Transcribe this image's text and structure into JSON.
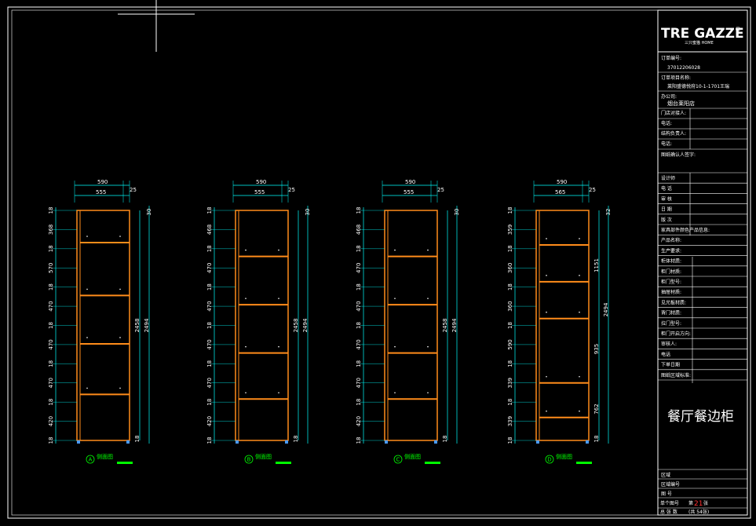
{
  "title_block": {
    "logo_main": "TRE GAZZE",
    "logo_sub": "三只蜜猫 HOME",
    "order_no_label": "订单编号:",
    "order_no": "37012206028",
    "project_label": "订单项目名称:",
    "project": "莱阳盛德悦府10-1-1701王瑞",
    "branch_label": "办公司:",
    "branch": "烟台莱阳店",
    "store_contact_label": "门店对接人:",
    "phone_label": "电话:",
    "designer_label": "结构负责人:",
    "phone2_label": "电话:",
    "confirm_label": "图纸确认人签字:",
    "rows": [
      {
        "label": "设计师"
      },
      {
        "label": "电 话"
      },
      {
        "label": "审 核"
      },
      {
        "label": "日 期"
      },
      {
        "label": "版 次"
      },
      {
        "label": "家具部件颜色产品信息:"
      },
      {
        "label": "产品名称:"
      },
      {
        "label": "生产要求:"
      },
      {
        "label": "柜体材质:"
      },
      {
        "label": "柜门材质:"
      },
      {
        "label": "柜门型号:"
      },
      {
        "label": "抽屉材质:"
      },
      {
        "label": "见光板材质:"
      },
      {
        "label": "背门材质:"
      },
      {
        "label": "拉门型号:"
      },
      {
        "label": "柜门开启方向:"
      },
      {
        "label": "审核人:"
      },
      {
        "label": "电话"
      },
      {
        "label": "下单日期"
      },
      {
        "label": "图纸区域标准:"
      }
    ],
    "drawing_title": "餐厅餐边柜",
    "bottom_rows": [
      {
        "label": "区域"
      },
      {
        "label": "区域编号"
      },
      {
        "label": "图 号"
      }
    ],
    "page_label": "单个图号",
    "page_text": "第",
    "page_no": "21",
    "page_unit": "张",
    "total_label": "总 张 数",
    "total_text": "(共 54张)"
  },
  "elevations": [
    {
      "id": "A",
      "label": "侧面图",
      "top_dims": [
        "590",
        "555",
        "25"
      ],
      "right_dims": [
        "30",
        "2458",
        "2494",
        "18"
      ],
      "left_dims": [
        "18",
        "368",
        "18",
        "570",
        "18",
        "470",
        "18",
        "470",
        "18",
        "470",
        "18",
        "420",
        "18"
      ],
      "shelves": [
        0.14,
        0.37,
        0.58,
        0.8
      ]
    },
    {
      "id": "B",
      "label": "侧面图",
      "top_dims": [
        "590",
        "555",
        "25"
      ],
      "right_dims": [
        "30",
        "2458",
        "2494",
        "18"
      ],
      "left_dims": [
        "18",
        "468",
        "18",
        "470",
        "18",
        "470",
        "18",
        "470",
        "18",
        "470",
        "18",
        "420",
        "18"
      ],
      "shelves": [
        0.2,
        0.41,
        0.62,
        0.82
      ]
    },
    {
      "id": "C",
      "label": "侧面图",
      "top_dims": [
        "590",
        "555",
        "25"
      ],
      "right_dims": [
        "30",
        "2458",
        "2494",
        "18"
      ],
      "left_dims": [
        "18",
        "468",
        "18",
        "470",
        "18",
        "470",
        "18",
        "470",
        "18",
        "470",
        "18",
        "420",
        "18"
      ],
      "shelves": [
        0.2,
        0.41,
        0.62,
        0.82
      ]
    },
    {
      "id": "D",
      "label": "侧面图",
      "top_dims": [
        "590",
        "565",
        "25"
      ],
      "right_dims": [
        "32",
        "1151",
        "2494",
        "935",
        "762",
        "18"
      ],
      "left_dims": [
        "18",
        "359",
        "18",
        "360",
        "18",
        "360",
        "18",
        "590",
        "18",
        "339",
        "18",
        "339",
        "18"
      ],
      "shelves": [
        0.15,
        0.31,
        0.47,
        0.75,
        0.9
      ]
    }
  ],
  "colors": {
    "frame": "#ffffff",
    "cabinet": "#ff8c1a",
    "dimension": "#00ffff",
    "label_green": "#00ff00"
  }
}
